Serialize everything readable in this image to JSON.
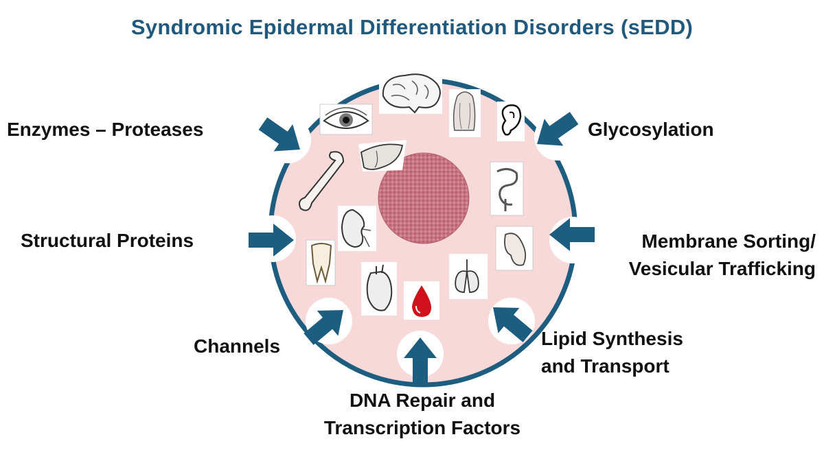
{
  "title": "Syndromic Epidermal Differentiation Disorders (sEDD)",
  "categories": {
    "enzymes": "Enzymes – Proteases",
    "structural": "Structural  Proteins",
    "channels": "Channels",
    "dna_line1": "DNA Repair and",
    "dna_line2": "Transcription Factors",
    "lipid_line1": "Lipid Synthesis",
    "lipid_line2": "and Transport",
    "membrane_line1": "Membrane Sorting/",
    "membrane_line2": "Vesicular Trafficking",
    "glycosylation": "Glycosylation"
  },
  "organ_icons": [
    "eye-icon",
    "brain-icon",
    "hair-icon",
    "ear-icon",
    "liver-icon",
    "bone-icon",
    "intestine-icon",
    "kidney-icon",
    "muscle-icon",
    "tooth-icon",
    "heart-icon",
    "blood-drop-icon",
    "lungs-icon",
    "skin-tissue-icon"
  ],
  "colors": {
    "title": "#1f5a7e",
    "arrow": "#1d5e80",
    "circle_fill": "#f8d9d9",
    "circle_border": "#1d5e80",
    "skin_center": "#c9757f",
    "blood": "#d0101b"
  }
}
